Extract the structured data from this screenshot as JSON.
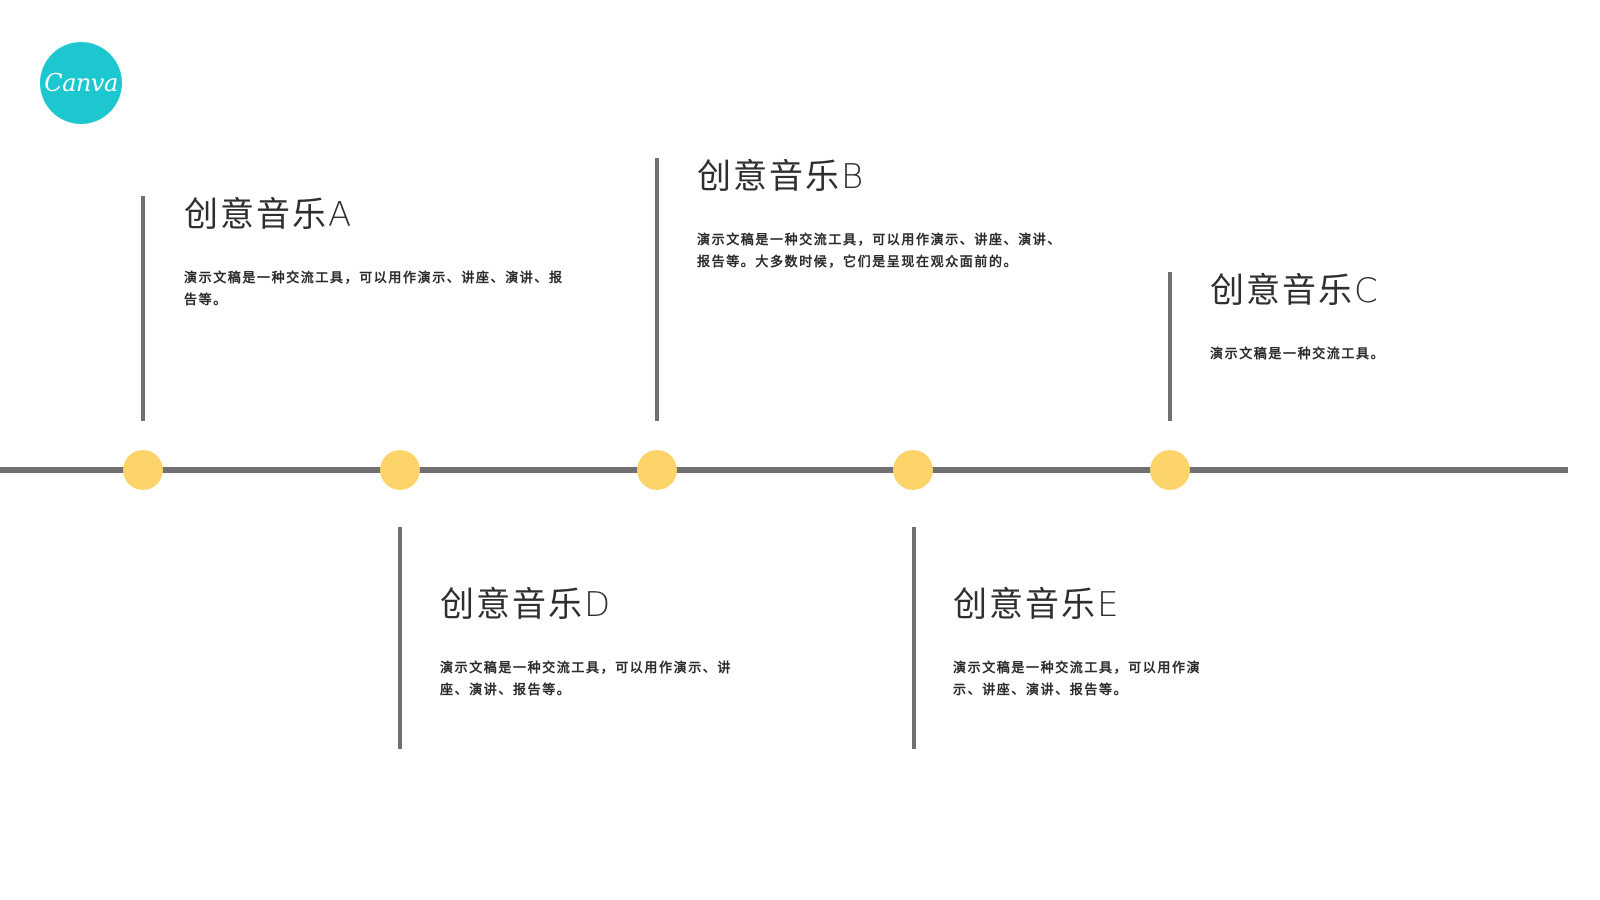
{
  "logo": {
    "text": "Canva",
    "color": "#1cc7d0"
  },
  "colors": {
    "axis": "#707070",
    "node": "#fdd46a",
    "title_text": "#2f2f2f",
    "desc_text": "#2a2a2a"
  },
  "timeline": {
    "events": [
      {
        "title": "创意音乐A",
        "description": "演示文稿是一种交流工具，可以用作演示、讲座、演讲、报告等。"
      },
      {
        "title": "创意音乐B",
        "description": "演示文稿是一种交流工具，可以用作演示、讲座、演讲、报告等。大多数时候，它们是呈现在观众面前的。"
      },
      {
        "title": "创意音乐C",
        "description": "演示文稿是一种交流工具。"
      },
      {
        "title": "创意音乐D",
        "description": "演示文稿是一种交流工具，可以用作演示、讲座、演讲、报告等。"
      },
      {
        "title": "创意音乐E",
        "description": "演示文稿是一种交流工具，可以用作演示、讲座、演讲、报告等。"
      }
    ]
  }
}
